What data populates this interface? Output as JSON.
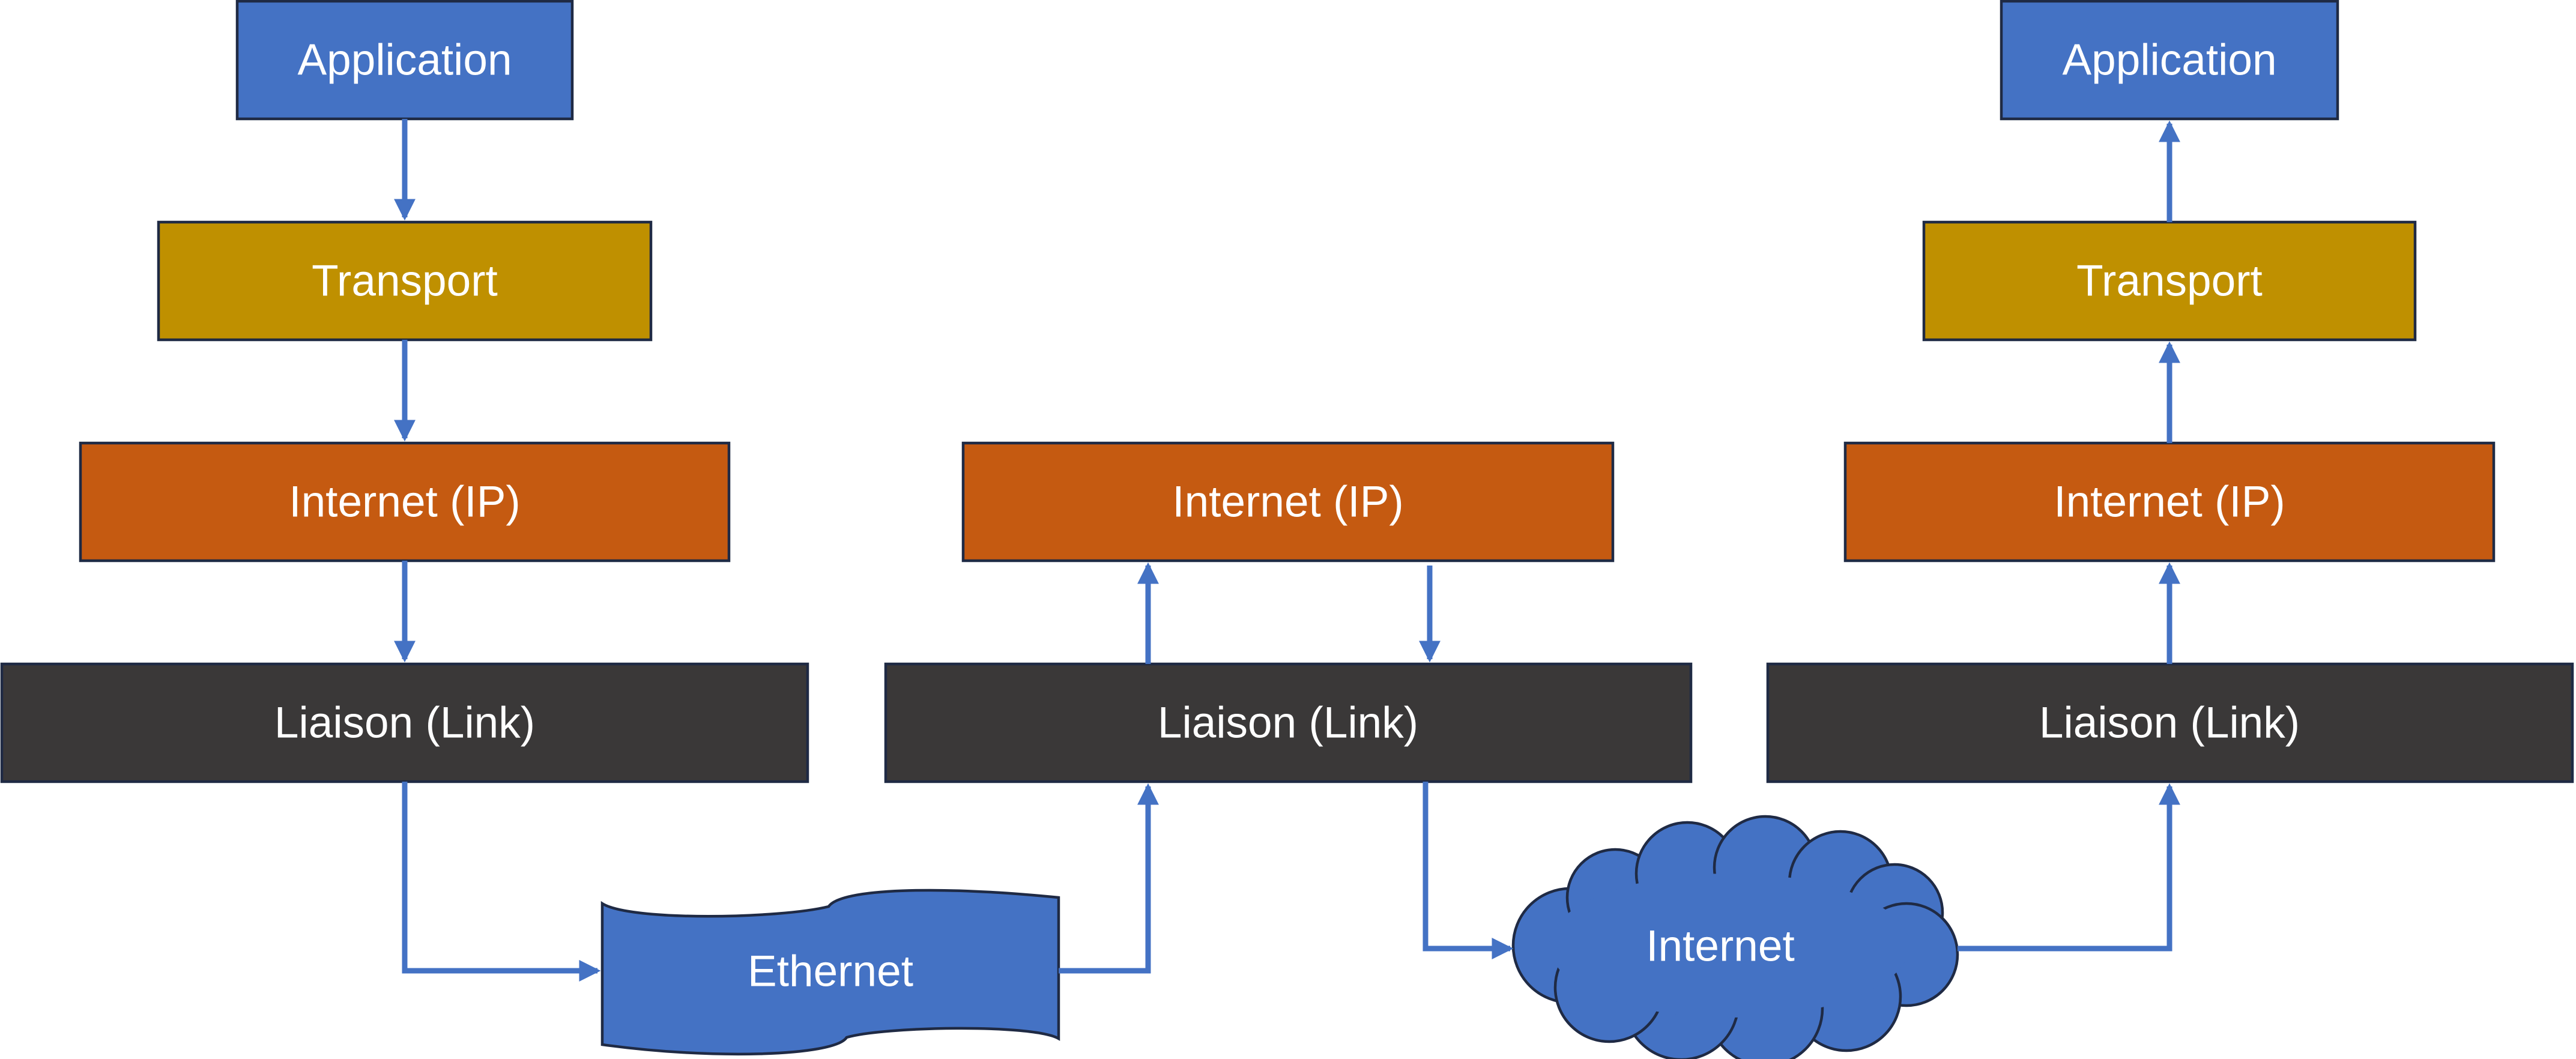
{
  "colors": {
    "application": "#4472C4",
    "transport": "#BF9000",
    "internet_ip": "#C55A11",
    "link": "#3A3838",
    "medium": "#4472C4",
    "arrow": "#4472C4",
    "outline": "#1F2A44",
    "text": "#FFFFFF"
  },
  "sender": {
    "application": "Application",
    "transport": "Transport",
    "internet": "Internet (IP)",
    "link": "Liaison (Link)"
  },
  "router": {
    "internet": "Internet (IP)",
    "link": "Liaison (Link)"
  },
  "receiver": {
    "application": "Application",
    "transport": "Transport",
    "internet": "Internet (IP)",
    "link": "Liaison (Link)"
  },
  "media": {
    "ethernet": "Ethernet",
    "internet_cloud": "Internet"
  }
}
